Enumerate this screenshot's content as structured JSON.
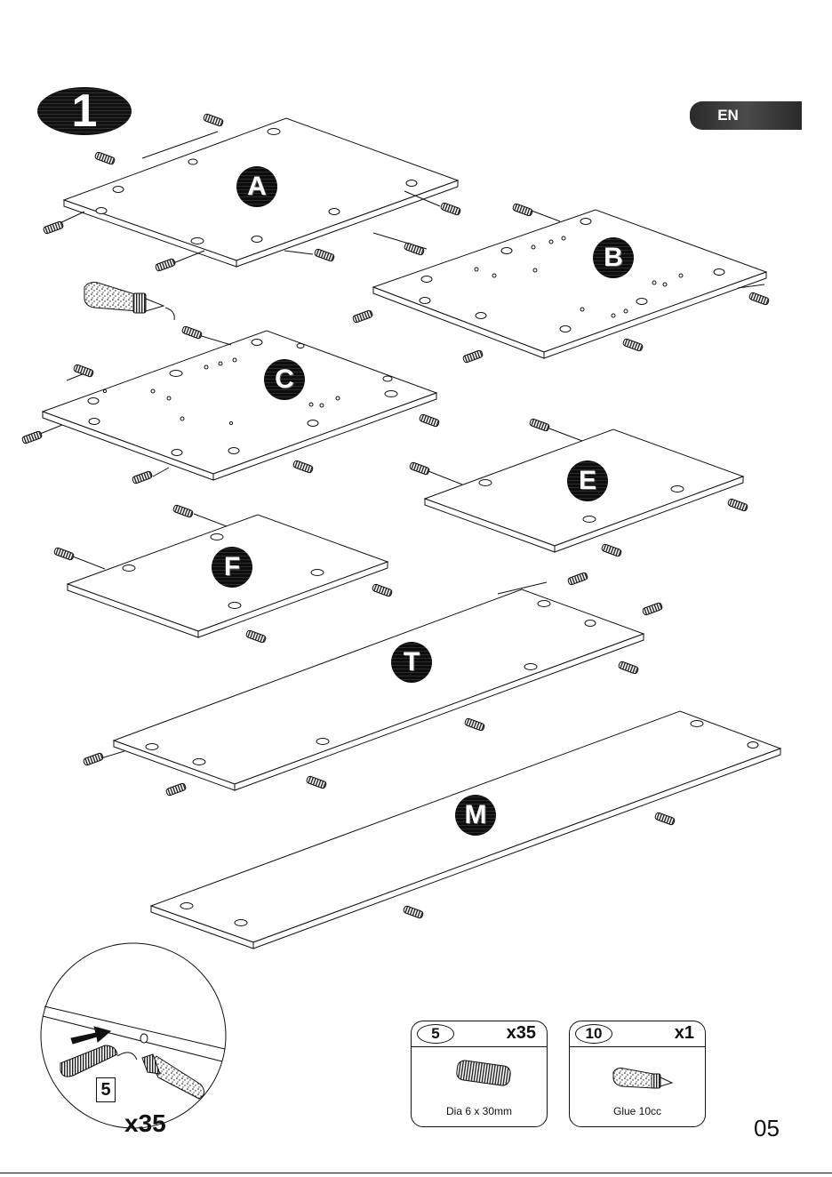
{
  "step_number": "1",
  "language": "EN",
  "panels": [
    {
      "id": "A",
      "label": "A"
    },
    {
      "id": "B",
      "label": "B"
    },
    {
      "id": "C",
      "label": "C"
    },
    {
      "id": "E",
      "label": "E"
    },
    {
      "id": "F",
      "label": "F"
    },
    {
      "id": "T",
      "label": "T"
    },
    {
      "id": "M",
      "label": "M"
    }
  ],
  "detail_callout": {
    "part_number": "5",
    "quantity": "x35"
  },
  "parts": [
    {
      "number": "5",
      "quantity": "x35",
      "description": "Dia 6 x 30mm",
      "icon": "wooden-dowel-icon"
    },
    {
      "number": "10",
      "quantity": "x1",
      "description": "Glue 10cc",
      "icon": "glue-tube-icon"
    }
  ],
  "page_number": "05"
}
